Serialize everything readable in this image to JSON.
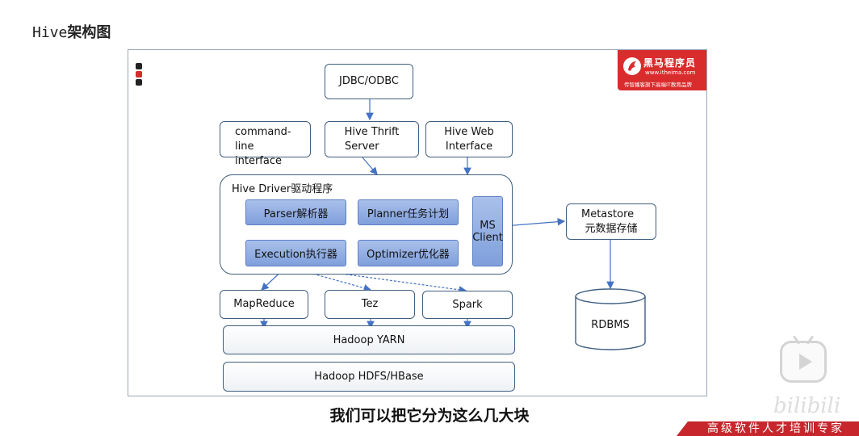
{
  "page_title": {
    "prefix": "Hive",
    "suffix": "架构图"
  },
  "logo": {
    "name": "黑马程序员",
    "url": "www.itheima.com",
    "slogan": "传智播客旗下高端IT教育品牌"
  },
  "diagram": {
    "jdbc": "JDBC/ODBC",
    "cli": [
      "command-line",
      "interface"
    ],
    "thrift": [
      "Hive Thrift",
      "Server"
    ],
    "web": [
      "Hive Web",
      "Interface"
    ],
    "driver_label": "Hive Driver驱动程序",
    "parser": "Parser解析器",
    "planner": "Planner任务计划",
    "execution": "Execution执行器",
    "optimizer": "Optimizer优化器",
    "ms_client": [
      "MS",
      "Client"
    ],
    "metastore": [
      "Metastore",
      "元数据存储"
    ],
    "rdbms": "RDBMS",
    "mapreduce": "MapReduce",
    "tez": "Tez",
    "spark": "Spark",
    "yarn": "Hadoop YARN",
    "hdfs": "Hadoop HDFS/HBase"
  },
  "subtitle": "我们可以把它分为这么几大块",
  "banner": "高级软件人才培训专家",
  "watermark": "bilibili",
  "colors": {
    "accent": "#4472c4",
    "border": "#3f5f80",
    "component": "#8fabe2",
    "brand_red": "#d92c2c"
  }
}
